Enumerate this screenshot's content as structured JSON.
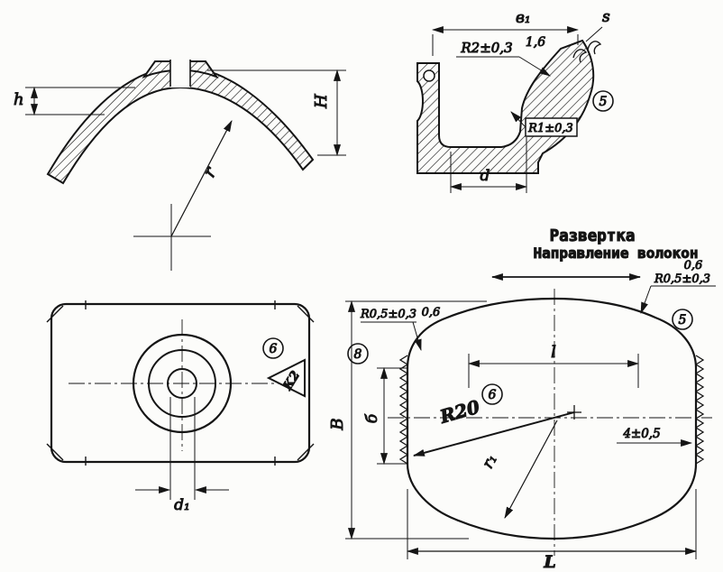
{
  "drawing": {
    "strap_section": {
      "dim_h": "h",
      "dim_height": "H",
      "dim_radius": "r"
    },
    "cup_section": {
      "dim_b1": "в₁",
      "dim_s": "s",
      "callout_r2": "R2±0,3",
      "roughness": "1,6",
      "callout_r1": "R1±0,3",
      "dim_d": "d",
      "mark_5": "5"
    },
    "plan_view": {
      "dim_d1": "d₁",
      "mark_6": "6",
      "section_label": "К2"
    },
    "development": {
      "title": "Развертка",
      "grain_direction": "Направление волокон",
      "roughness_right": "0,6",
      "callout_radius_right": "R0,5±0,3",
      "mark_5": "5",
      "callout_radius_left": "R0,5±0,3",
      "roughness_left": "0,6",
      "mark_8": "8",
      "dim_l": "l",
      "mark_6": "6",
      "dim_B": "B",
      "dim_b": "б",
      "callout_R20": "R20",
      "dim_r1": "r₁",
      "callout_edge": "4±0,5",
      "dim_L": "L"
    }
  }
}
